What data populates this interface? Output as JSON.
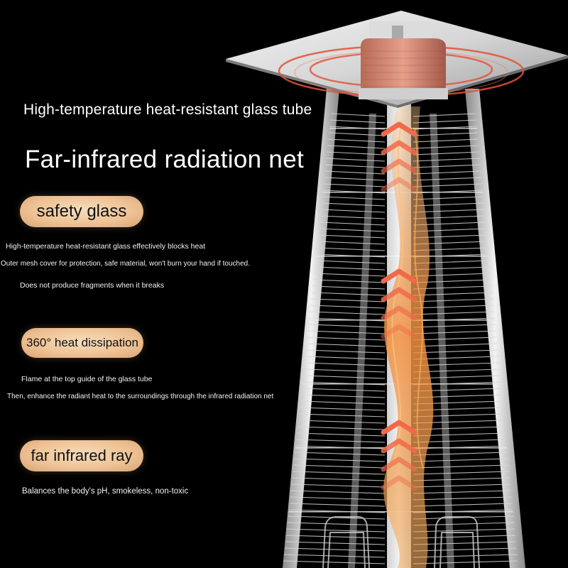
{
  "headline": {
    "subtitle": "High-temperature heat-resistant glass tube",
    "title": "Far-infrared radiation net"
  },
  "features": [
    {
      "badge": "safety glass",
      "descriptions": [
        "High-temperature heat-resistant glass effectively blocks heat",
        "Outer mesh cover for protection, safe material, won't burn your hand if touched.",
        "Does not produce fragments when it breaks"
      ]
    },
    {
      "badge": "360° heat dissipation",
      "descriptions": [
        "Flame at the top guide of the glass tube",
        "Then, enhance the radiant heat to the surroundings through the infrared radiation net"
      ]
    },
    {
      "badge": "far infrared ray",
      "descriptions": [
        "Balances the body's pH, smokeless, non-toxic"
      ]
    }
  ],
  "colors": {
    "background": "#000000",
    "badge_fill": "#efc396",
    "badge_text": "#111111",
    "heading_text": "#ffffff",
    "flame": "#f08a3a",
    "chevron": "#f06a4a",
    "heat_ring": "#e0523a"
  },
  "icons": {
    "chevron": "up-chevron-arrow",
    "product": "pyramid-patio-heater"
  }
}
